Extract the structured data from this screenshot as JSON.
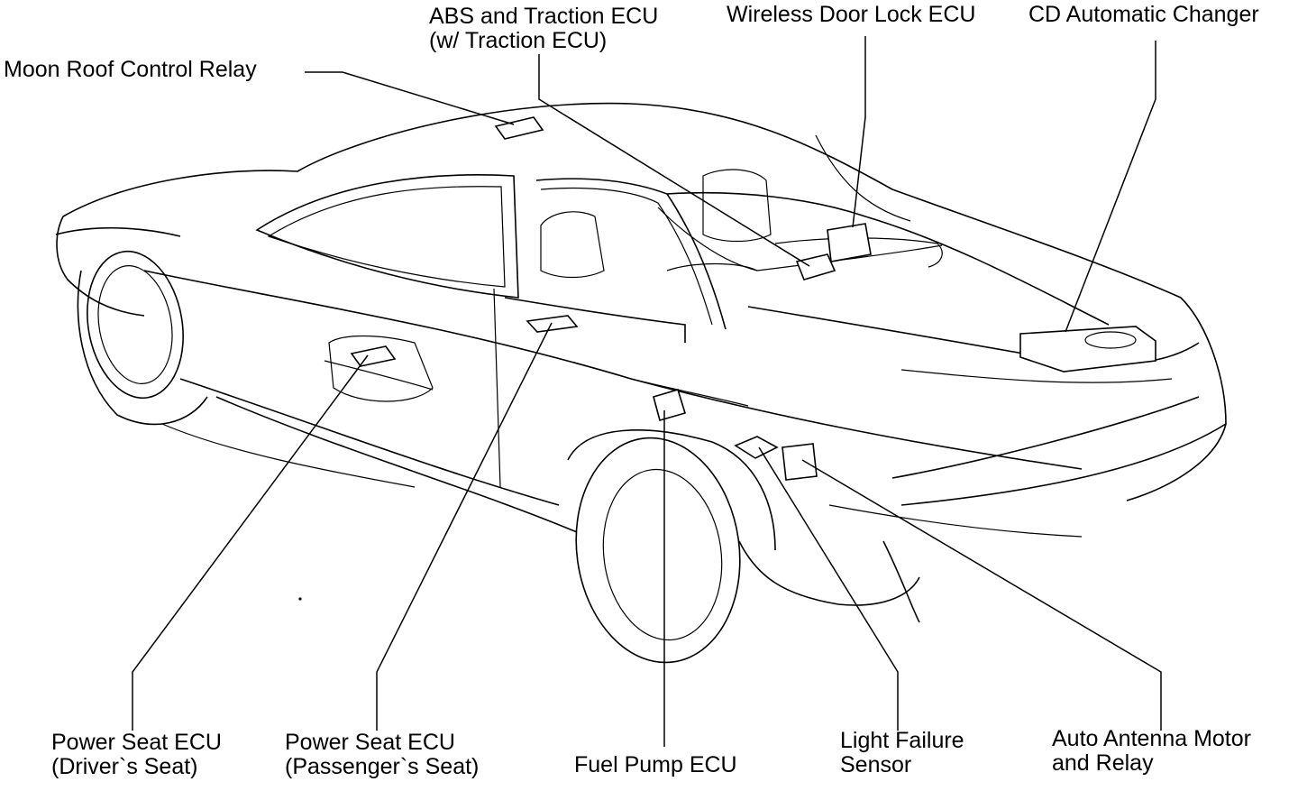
{
  "labels": {
    "abs": {
      "line1": "ABS and Traction ECU",
      "line2": "(w/ Traction ECU)"
    },
    "wireless": {
      "line1": "Wireless Door Lock ECU"
    },
    "cd": {
      "line1": "CD Automatic Changer"
    },
    "moonroof": {
      "line1": "Moon Roof Control Relay"
    },
    "seat_driver": {
      "line1": "Power Seat ECU",
      "line2": "(Driver`s Seat)"
    },
    "seat_passenger": {
      "line1": "Power Seat ECU",
      "line2": "(Passenger`s Seat)"
    },
    "fuel_pump": {
      "line1": "Fuel Pump ECU"
    },
    "light_failure": {
      "line1": "Light Failure",
      "line2": "Sensor"
    },
    "antenna": {
      "line1": "Auto Antenna Motor",
      "line2": "and Relay"
    }
  }
}
